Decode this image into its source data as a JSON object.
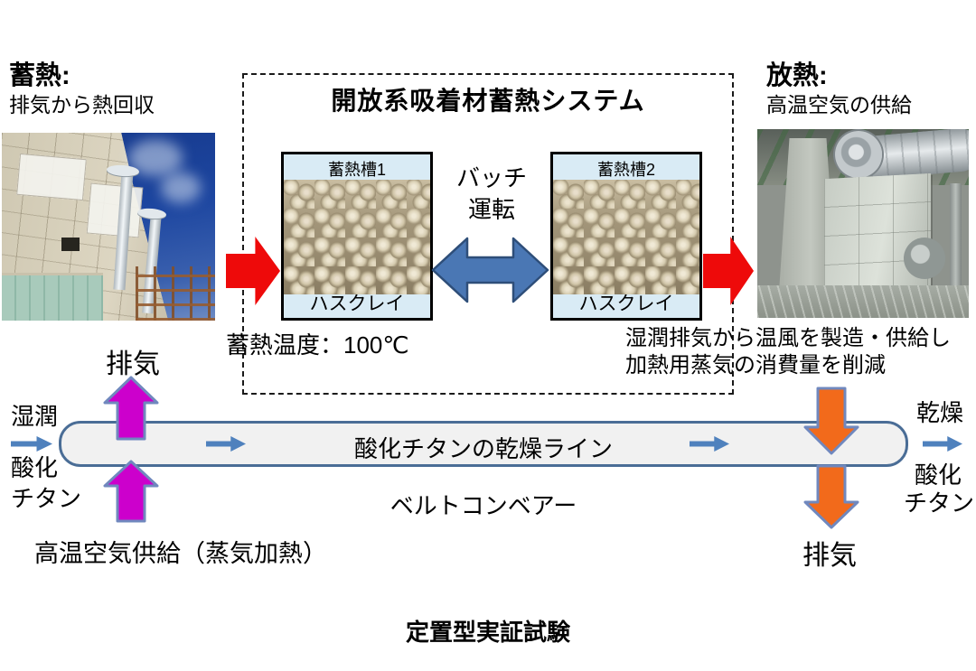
{
  "heat_storage": {
    "title": "蓄熱:",
    "subtitle": "排気から熱回収"
  },
  "heat_release": {
    "title": "放熱:",
    "subtitle": "高温空気の供給"
  },
  "system": {
    "title": "開放系吸着材蓄熱システム",
    "tanks": [
      {
        "name": "蓄熱槽1",
        "material": "ハスクレイ"
      },
      {
        "name": "蓄熱槽2",
        "material": "ハスクレイ"
      }
    ],
    "batch_mode": {
      "line1": "バッチ",
      "line2": "運転"
    },
    "storage_temp": "蓄熱温度：100℃",
    "output_note": {
      "line1": "湿潤排気から温風を製造・供給し",
      "line2": "加熱用蒸気の消費量を削減"
    }
  },
  "drying": {
    "exhaust_top": "排気",
    "inlet": {
      "state": "湿潤",
      "material_line1": "酸化",
      "material_line2": "チタン"
    },
    "line_label": "酸化チタンの乾燥ライン",
    "belt_label": "ベルトコンベアー",
    "hot_air_supply": "高温空気供給（蒸気加熱）",
    "outlet": {
      "state": "乾燥",
      "material_line1": "酸化",
      "material_line2": "チタン"
    },
    "exhaust_bottom": "排気"
  },
  "footer": {
    "caption": "定置型実証試験"
  },
  "colors": {
    "red_arrow": "#ee0a0a",
    "magenta_arrow": "#cc00cc",
    "orange_arrow": "#f26a1b",
    "double_arrow_fill": "#4a77b4",
    "double_arrow_border": "#2e4e79",
    "arrow_outline": "#7088be",
    "flow_arrow": "#4f81bd",
    "line_border": "#4a6d96",
    "line_fill": "#f1f1f1",
    "tank_fill": "#d9ebf5"
  }
}
